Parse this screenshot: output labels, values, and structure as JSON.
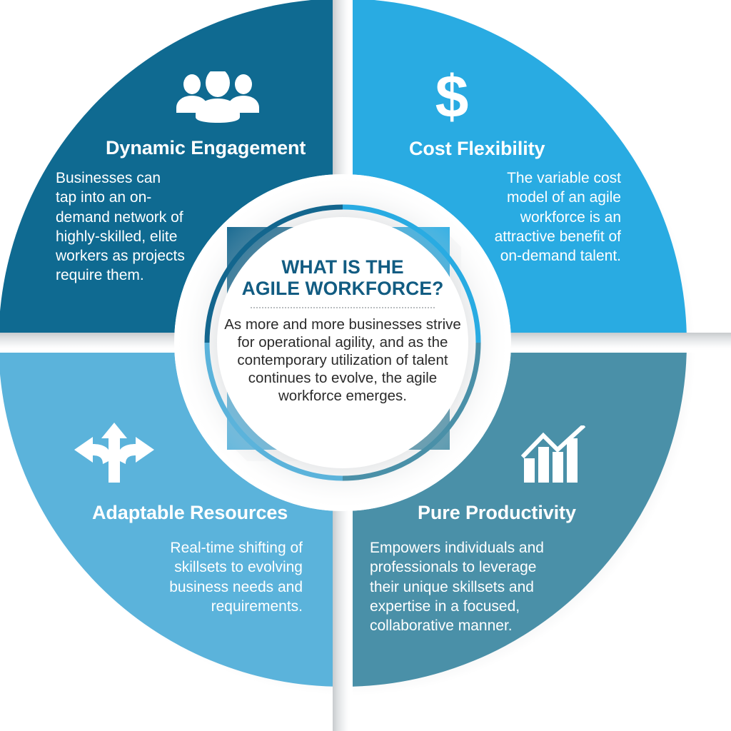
{
  "infographic": {
    "center": {
      "title_line1": "WHAT IS THE",
      "title_line2": "AGILE WORKFORCE?",
      "body": "As more and more businesses strive for operational agility, and as the contemporary utilization of talent continues to evolve, the agile workforce emerges.",
      "title_color": "#125C82",
      "body_color": "#2b2b2b",
      "background_color": "#ffffff"
    },
    "quadrants": [
      {
        "id": "dynamic-engagement",
        "position": "top-left",
        "icon": "people-group-icon",
        "title": "Dynamic Engagement",
        "body": "Businesses can tap into an on-demand network of highly-skilled, elite workers as projects require them.",
        "color": "#0F6A91"
      },
      {
        "id": "cost-flexibility",
        "position": "top-right",
        "icon": "dollar-sign-icon",
        "title": "Cost Flexibility",
        "body": "The variable cost model of an agile workforce is an attractive benefit of on-demand talent.",
        "color": "#29ABE2"
      },
      {
        "id": "adaptable-resources",
        "position": "bottom-left",
        "icon": "three-way-arrows-icon",
        "title": "Adaptable Resources",
        "body": "Real-time shifting of skillsets to evolving business needs and requirements.",
        "color": "#5BB3DB"
      },
      {
        "id": "pure-productivity",
        "position": "bottom-right",
        "icon": "bar-chart-growth-icon",
        "title": "Pure Productivity",
        "body": "Empowers individuals and professionals to leverage their unique skillsets and expertise in a focused, collaborative manner.",
        "color": "#4A90A8"
      }
    ]
  }
}
